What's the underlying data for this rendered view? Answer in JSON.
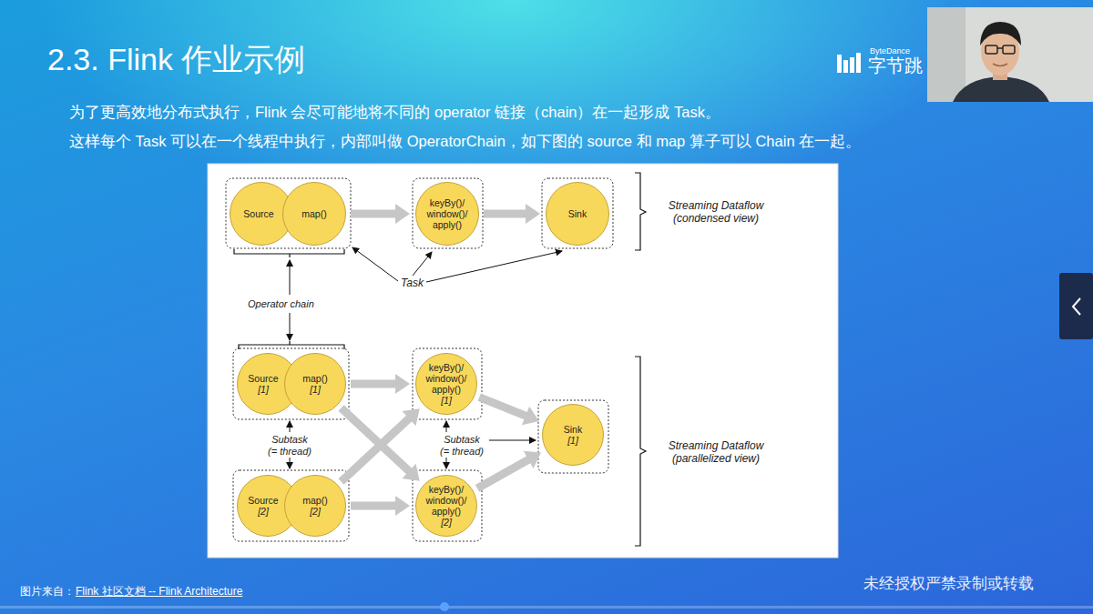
{
  "diagram": {
    "title": "2.3. Flink 作业示例",
    "nodes": [
      {
        "text": [
          "Source"
        ]
      },
      {
        "text": [
          "map()"
        ]
      },
      {
        "text": [
          "keyBy()/ window()/ apply()"
        ]
      },
      {
        "text": [
          "Sink"
        ]
      },
      {
        "text": [
          "Source",
          "[1]"
        ]
      },
      {
        "text": [
          "map()",
          "[1]"
        ]
      },
      {
        "text": [
          "keyBy()/ window()/ apply()",
          "[1]"
        ]
      },
      {
        "text": [
          "Sink",
          "[1]"
        ]
      },
      {
        "text": [
          "Source",
          "[2]"
        ]
      },
      {
        "text": [
          "map()",
          "[2]"
        ]
      },
      {
        "text": [
          "keyBy()/ window()/ apply()",
          "[2]"
        ]
      }
    ],
    "edges": [
      {
        "from": 1,
        "to": 2,
        "arrow": "to"
      },
      {
        "from": 2,
        "to": 3,
        "arrow": "to"
      },
      {
        "from": 5,
        "to": 6,
        "arrow": "to"
      },
      {
        "from": 5,
        "to": 10,
        "arrow": "to"
      },
      {
        "from": 9,
        "to": 6,
        "arrow": "to"
      },
      {
        "from": 9,
        "to": 10,
        "arrow": "to"
      },
      {
        "from": 6,
        "to": 7,
        "arrow": "to"
      },
      {
        "from": 10,
        "to": 7,
        "arrow": "to"
      }
    ],
    "labels": [
      "ByteDance",
      "字节跳",
      "为了更高效地分布式执行，Flink 会尽可能地将不同的 operator 链接（chain）在一起形成 Task。",
      "这样每个 Task 可以在一个线程中执行，内部叫做 OperatorChain，如下图的 source 和 map 算子可以 Chain 在一起。",
      "Operator chain",
      "Task",
      "Subtask (= thread)",
      "Subtask (= thread)",
      "Streaming Dataflow (condensed view)",
      "Streaming Dataflow (parallelized view)",
      "图片来自：",
      "Flink 社区文档 -- Flink Architecture",
      "未经授权严禁录制或转载"
    ]
  }
}
